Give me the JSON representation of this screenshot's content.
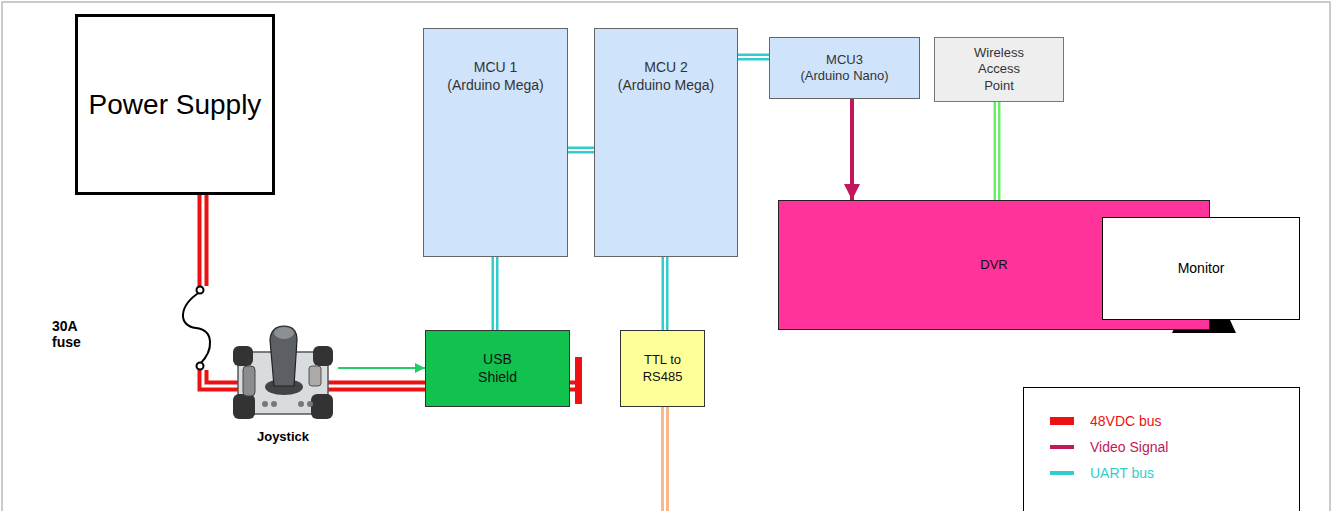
{
  "diagram": {
    "nodes": [
      {
        "text": [
          "Power Supply"
        ]
      },
      {
        "text": [
          "MCU 1 (Arduino Mega)"
        ]
      },
      {
        "text": [
          "MCU 2 (Arduino Mega)"
        ]
      },
      {
        "text": [
          "MCU3 (Arduino Nano)"
        ]
      },
      {
        "text": [
          "Wireless Access Point"
        ]
      },
      {
        "text": [
          "DVR"
        ]
      },
      {
        "text": [
          "Monitor"
        ]
      },
      {
        "text": [
          "Joystick"
        ]
      },
      {
        "text": [
          "USB Shield"
        ]
      },
      {
        "text": [
          "TTL to RS485"
        ]
      }
    ],
    "edges": [
      {
        "from": 1,
        "to": 2,
        "arrow": "none"
      },
      {
        "from": 2,
        "to": 3,
        "arrow": "none"
      },
      {
        "from": 1,
        "to": 8,
        "arrow": "none"
      },
      {
        "from": 2,
        "to": 9,
        "arrow": "none"
      },
      {
        "from": 3,
        "to": 5,
        "arrow": "to"
      },
      {
        "from": 4,
        "to": 5,
        "arrow": "none"
      },
      {
        "from": 5,
        "to": 6,
        "arrow": "to"
      },
      {
        "from": 7,
        "to": 8,
        "arrow": "to"
      }
    ],
    "labels": [
      "30A fuse"
    ],
    "legend": [
      {
        "text": "48VDC bus",
        "color": "#ee1111"
      },
      {
        "text": "Video Signal",
        "color": "#c2185b"
      },
      {
        "text": "UART bus",
        "color": "#33cccc"
      }
    ]
  }
}
